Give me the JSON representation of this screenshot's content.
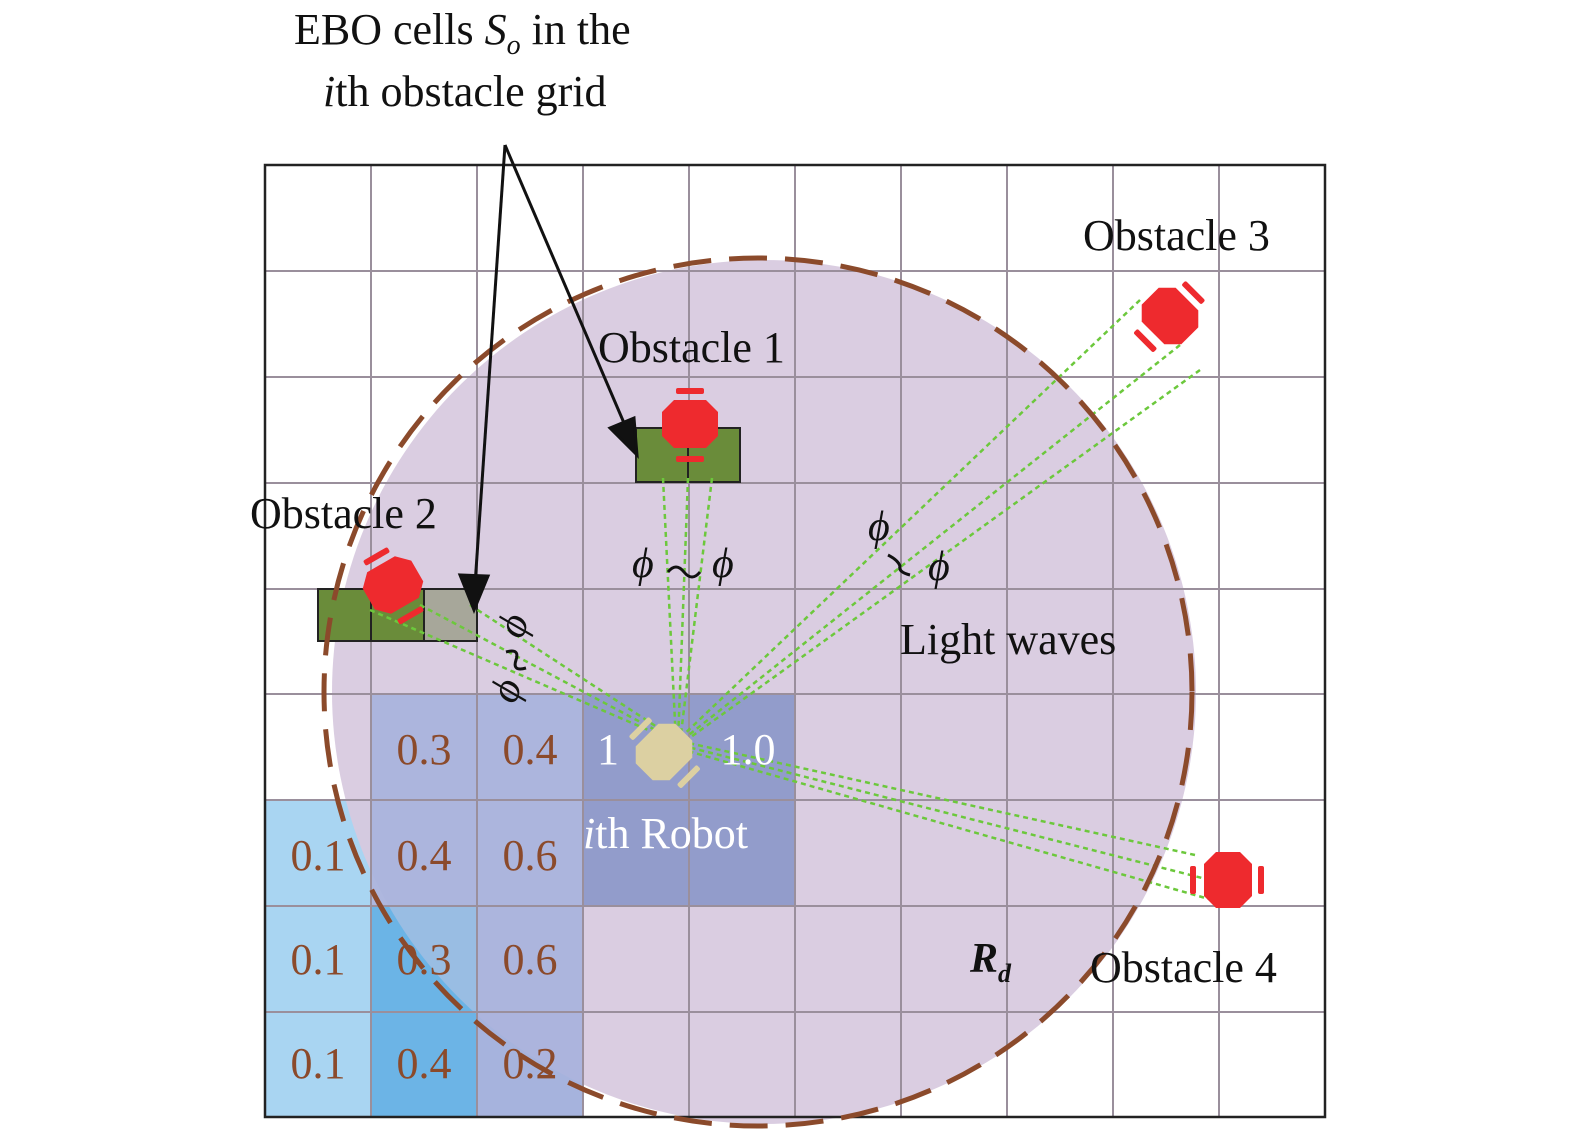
{
  "callout": {
    "line1_pre": "EBO cells ",
    "symbol": "S",
    "subscript": "o",
    "line1_post": " in the",
    "line2_italic": "i",
    "line2_rest": "th obstacle grid"
  },
  "obstacles": {
    "o1": "Obstacle 1",
    "o2": "Obstacle 2",
    "o3": "Obstacle 3",
    "o4": "Obstacle 4"
  },
  "light_waves": "Light waves",
  "robot_label_italic": "i",
  "robot_label_rest": "th Robot",
  "radius": {
    "symbol": "R",
    "subscript": "d"
  },
  "phi": "ϕ",
  "cells": [
    {
      "id": "r5c1",
      "text": "0.3"
    },
    {
      "id": "r5c2",
      "text": "0.4"
    },
    {
      "id": "r5c3",
      "text": "1"
    },
    {
      "id": "r5c4",
      "text": "1.0"
    },
    {
      "id": "r6c0",
      "text": "0.1"
    },
    {
      "id": "r6c1",
      "text": "0.4"
    },
    {
      "id": "r6c2",
      "text": "0.6"
    },
    {
      "id": "r7c0",
      "text": "0.1"
    },
    {
      "id": "r7c1",
      "text": "0.3"
    },
    {
      "id": "r7c2",
      "text": "0.6"
    },
    {
      "id": "r8c0",
      "text": "0.1"
    },
    {
      "id": "r8c1",
      "text": "0.4"
    },
    {
      "id": "r8c2",
      "text": "0.2"
    }
  ],
  "colors": {
    "circle_fill": "#d7c9df",
    "dashed_circle": "#8b4a2b",
    "obstacle": "#ee2a2e",
    "ebo_cell": "#6a8c3a",
    "robot": "#dcd0a2",
    "light_ray": "#6cc83c",
    "value_text": "#8b4a2b",
    "light_blue_cell": "#a9d5f2",
    "mid_blue_cell": "#6cb4e6",
    "purple_blue_cell": "#aab3dc",
    "robot_zone": "#929ccb"
  }
}
